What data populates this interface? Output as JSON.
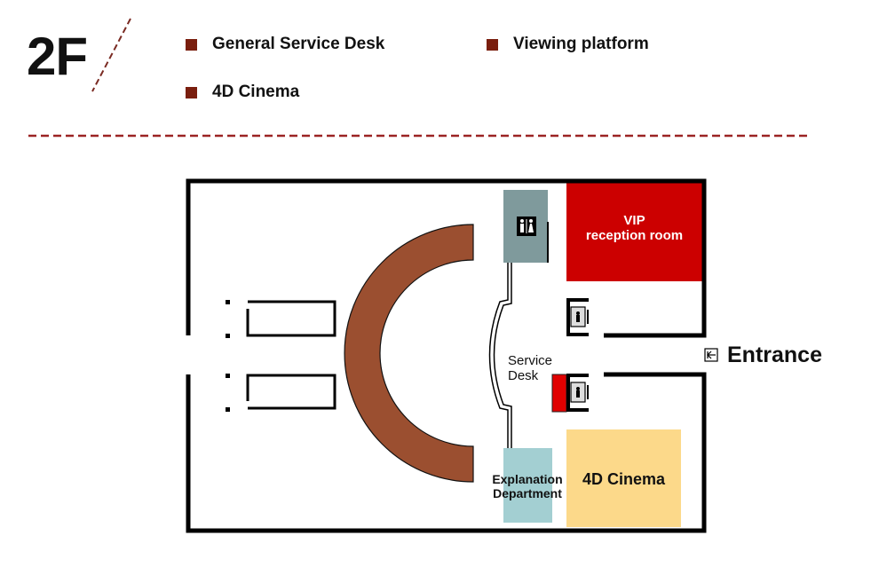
{
  "header": {
    "floor": "2F"
  },
  "legend": {
    "items": [
      {
        "label": "General Service Desk",
        "color": "#7a1e0e"
      },
      {
        "label": "Viewing platform",
        "color": "#7a1e0e"
      },
      {
        "label": "4D Cinema",
        "color": "#7a1e0e"
      }
    ]
  },
  "map": {
    "rooms": {
      "vip": {
        "line1": "VIP",
        "line2": "reception room",
        "color": "#cc0000"
      },
      "cinema": {
        "label": "4D Cinema",
        "color": "#fcd98a"
      },
      "explanation": {
        "line1": "Explanation",
        "line2": "Department",
        "color": "#a3cfd2"
      },
      "restroom": {
        "color": "#7f9a9c"
      },
      "service_desk": {
        "line1": "Service",
        "line2": "Desk",
        "color": "#e00000"
      },
      "viewing_platform": {
        "color": "#9b4f30"
      }
    },
    "entrance": "Entrance"
  },
  "colors": {
    "accent_dash": "#9b2424",
    "wall": "#000000"
  }
}
